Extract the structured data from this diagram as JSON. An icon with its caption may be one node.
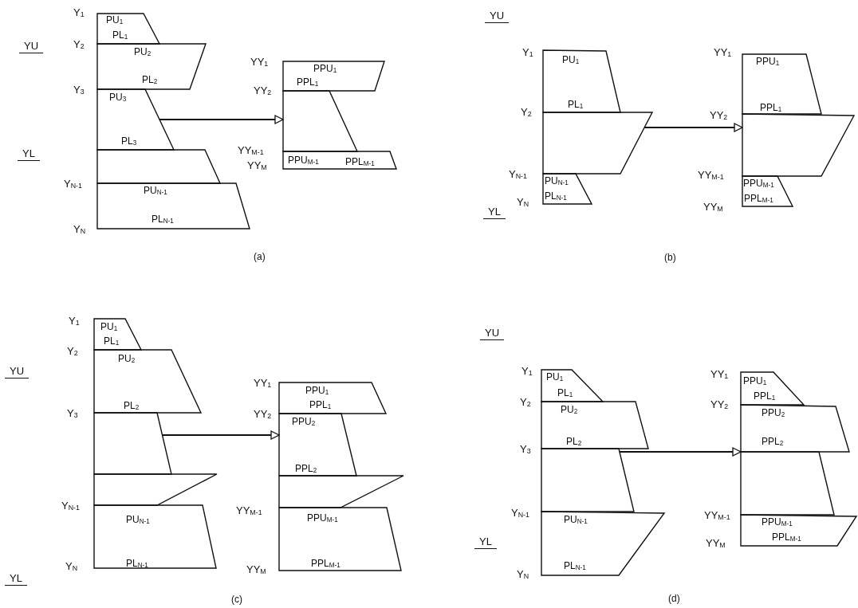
{
  "diagram": {
    "nodes": [
      {
        "text": [
          "PU$_{1}$",
          "PL$_{1}$"
        ]
      },
      {
        "text": [
          "PU$_{2}$",
          "PL$_{2}$"
        ]
      },
      {
        "text": [
          "PU$_{3}$",
          "PL$_{3}$"
        ]
      },
      {
        "text": [],
        "shape": "trapezoid"
      },
      {
        "text": [
          "PU$_{N-1}$",
          "PL$_{N-1}$"
        ]
      },
      {
        "text": [
          "PPU$_{1}$",
          "PPL$_{1}$"
        ]
      },
      {
        "text": [],
        "shape": "trapezoid"
      },
      {
        "text": [
          "PPU$_{M-1}$",
          "PPL$_{M-1}$"
        ]
      },
      {
        "text": [
          "PU$_{1}$",
          "PL$_{1}$"
        ]
      },
      {
        "text": [],
        "shape": "trapezoid"
      },
      {
        "text": [
          "PU$_{N-1}$",
          "PL$_{N-1}$"
        ]
      },
      {
        "text": [
          "PPU$_{1}$",
          "PPL$_{1}$"
        ]
      },
      {
        "text": [],
        "shape": "trapezoid"
      },
      {
        "text": [
          "PPU$_{M-1}$",
          "PPL$_{M-1}$"
        ]
      },
      {
        "text": [
          "PU$_{1}$",
          "PL$_{1}$"
        ]
      },
      {
        "text": [
          "PU$_{2}$",
          "PL$_{2}$"
        ]
      },
      {
        "text": [],
        "shape": "trapezoid"
      },
      {
        "text": [],
        "shape": "trapezoid"
      },
      {
        "text": [
          "PU$_{N-1}$",
          "PL$_{N-1}$"
        ]
      },
      {
        "text": [
          "PPU$_{1}$",
          "PPL$_{1}$"
        ]
      },
      {
        "text": [
          "PPU$_{2}$",
          "PPL$_{2}$"
        ]
      },
      {
        "text": [],
        "shape": "trapezoid"
      },
      {
        "text": [
          "PPU$_{M-1}$",
          "PPL$_{M-1}$"
        ]
      },
      {
        "text": [
          "PU$_{1}$",
          "PL$_{1}$"
        ]
      },
      {
        "text": [
          "PU$_{2}$",
          "PL$_{2}$"
        ]
      },
      {
        "text": [],
        "shape": "trapezoid"
      },
      {
        "text": [
          "PU$_{N-1}$",
          "PL$_{N-1}$"
        ]
      },
      {
        "text": [
          "PPU$_{1}$",
          "PPL$_{1}$"
        ]
      },
      {
        "text": [
          "PPU$_{2}$",
          "PPL$_{2}$"
        ]
      },
      {
        "text": [],
        "shape": "trapezoid"
      },
      {
        "text": [
          "PPU$_{M-1}$",
          "PPL$_{M-1}$"
        ]
      }
    ],
    "edges": [
      {
        "from": 2,
        "to": 6,
        "arrow": "to"
      },
      {
        "from": 9,
        "to": 12,
        "arrow": "to"
      },
      {
        "from": 16,
        "to": 20,
        "arrow": "to"
      },
      {
        "from": 25,
        "to": 29,
        "arrow": "to"
      }
    ],
    "labels": [
      "Y$_{1}$",
      "YU",
      "Y$_{2}$",
      "Y$_{3}$",
      "YY$_{1}$",
      "YY$_{2}$",
      "YL",
      "YY$_{M-1}$",
      "YY$_{M}$",
      "Y$_{N-1}$",
      "Y$_{N}$",
      "(a)",
      "YU",
      "Y$_{1}$",
      "YY$_{1}$",
      "Y$_{2}$",
      "YY$_{2}$",
      "Y$_{N-1}$",
      "YY$_{M-1}$",
      "Y$_{N}$",
      "YY$_{M}$",
      "YL",
      "(b)",
      "Y$_{1}$",
      "Y$_{2}$",
      "YU",
      "YY$_{1}$",
      "Y$_{3}$",
      "YY$_{2}$",
      "Y$_{N-1}$",
      "YY$_{M-1}$",
      "Y$_{N}$",
      "YY$_{M}$",
      "YL",
      "(c)",
      "YU",
      "Y$_{1}$",
      "YY$_{1}$",
      "Y$_{2}$",
      "YY$_{2}$",
      "Y$_{3}$",
      "Y$_{N-1}$",
      "YY$_{M-1}$",
      "YL",
      "YY$_{M}$",
      "Y$_{N}$",
      "(d)"
    ]
  }
}
